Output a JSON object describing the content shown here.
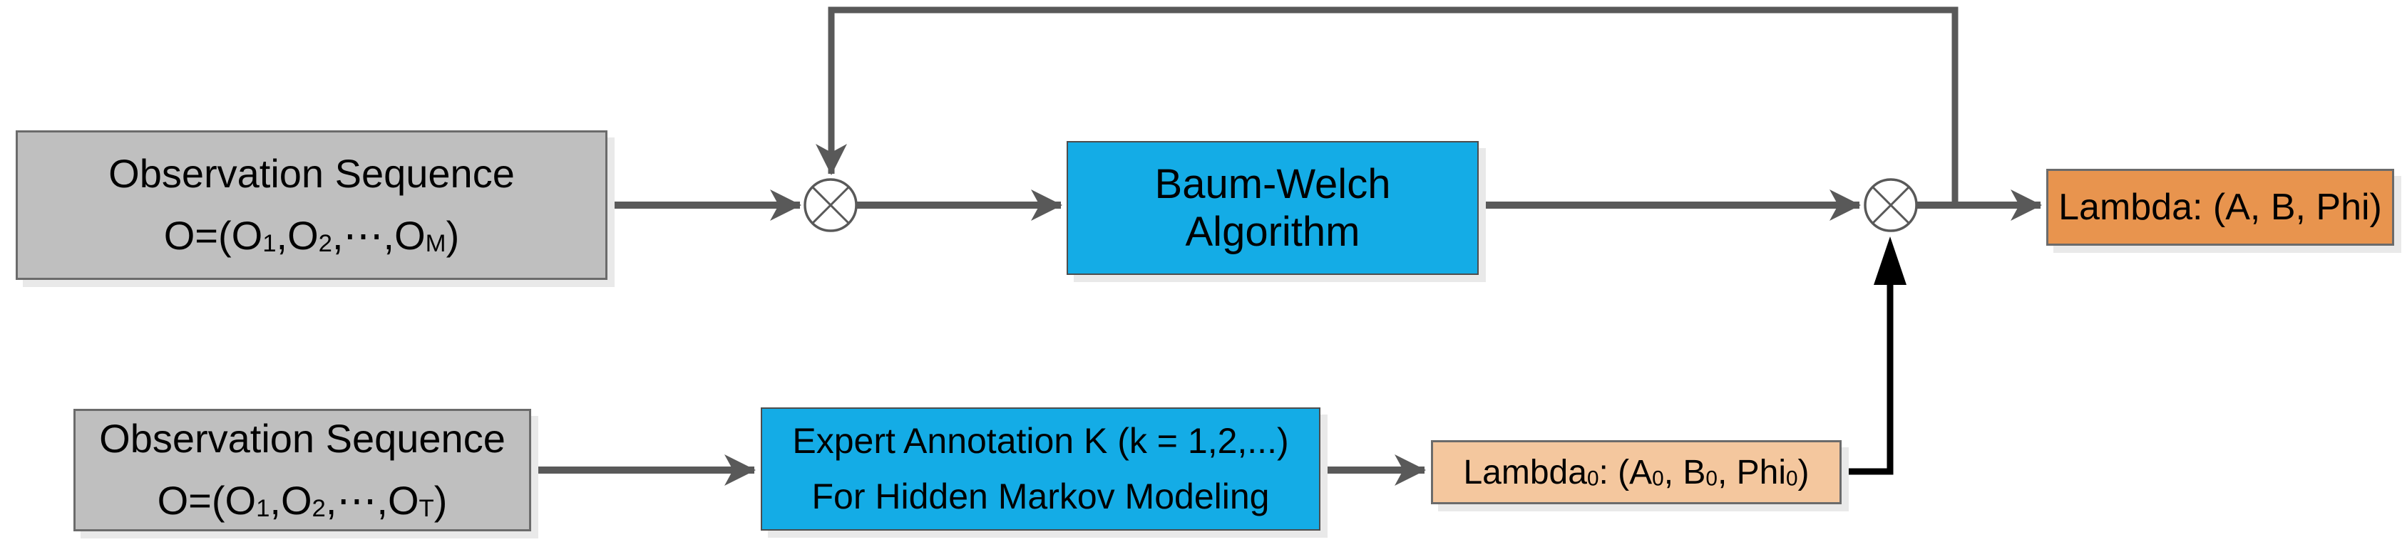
{
  "colors": {
    "line-gray": "#595959",
    "box-gray-fill": "#BFBFBF",
    "box-gray-border": "#6b6b6b",
    "box-blue-fill": "#14ACE6",
    "box-blue-border": "#4d4d4d",
    "box-orange-fill": "#E8944E",
    "box-peach-fill": "#F4C79E",
    "box-orange-border": "#6b6b6b",
    "shadow": "#e9e9e9",
    "black": "#000000"
  },
  "diagram": {
    "top_row": {
      "observation_box": {
        "line1": "Observation Sequence",
        "formula": {
          "p1": "O=(O",
          "sub1": "1",
          "p2": ",O",
          "sub2": "2",
          "p3": ",⋯,O",
          "sub3": "M",
          "p4": ")"
        }
      },
      "process_box": {
        "label": "Baum-Welch Algorithm"
      },
      "output_box": {
        "label": "Lambda: (A, B, Phi)"
      }
    },
    "bottom_row": {
      "observation_box": {
        "line1": "Observation Sequence",
        "formula": {
          "p1": "O=(O",
          "sub1": "1",
          "p2": ",O",
          "sub2": "2",
          "p3": ",⋯,O",
          "sub3": "T",
          "p4": ")"
        }
      },
      "process_box": {
        "line1": "Expert Annotation K (k = 1,2,...)",
        "line2": "For Hidden Markov Modeling"
      },
      "output_box": {
        "parts": {
          "p1": "Lambda",
          "sub1": "0",
          "p2": ": (A",
          "sub2": "0",
          "p3": ", B",
          "sub3": "0",
          "p4": ", Phi",
          "sub4": "0",
          "p5": ")"
        }
      }
    },
    "icons": {
      "multiply_node": "⊗"
    }
  }
}
